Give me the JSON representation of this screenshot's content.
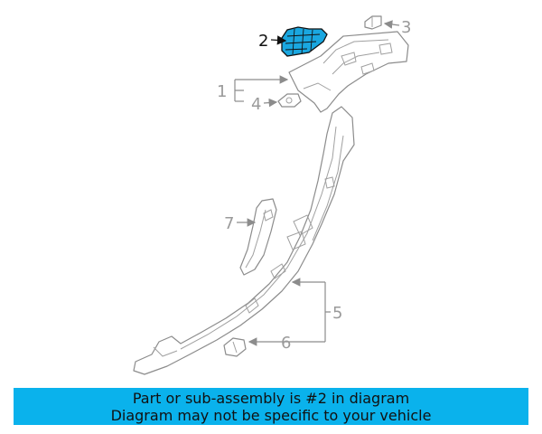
{
  "colors": {
    "highlight": "#1aa7e0",
    "banner": "#0ab2ec",
    "line": "#8c8c8c",
    "callout_text": "#9a9a9a"
  },
  "callouts": [
    "1",
    "2",
    "3",
    "4",
    "5",
    "6",
    "7"
  ],
  "highlighted_part": "2",
  "banner": {
    "line1": "Part or sub-assembly is #2 in diagram",
    "line2": "Diagram may not be specific to your vehicle"
  }
}
